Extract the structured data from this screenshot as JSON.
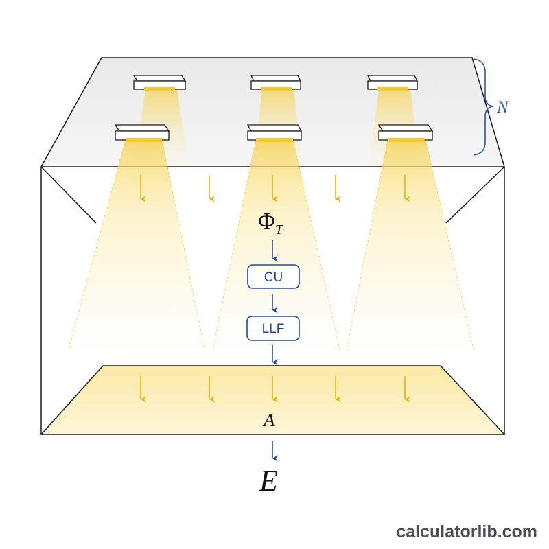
{
  "diagram": {
    "variables": {
      "n_label": "N",
      "flux_symbol": "Φ",
      "flux_subscript": "T",
      "area_label": "A",
      "illuminance_label": "E"
    },
    "process_boxes": [
      {
        "label": "CU"
      },
      {
        "label": "LLF"
      }
    ],
    "luminaire_rows": [
      {
        "row": "back",
        "count": 3
      },
      {
        "row": "front",
        "count": 3
      }
    ]
  },
  "branding": {
    "watermark": "calculatorlib.com"
  },
  "colors": {
    "ceiling": "#ededed",
    "outline": "#1a1a1a",
    "light_yellow": "#f5d255",
    "arrow_yellow": "#f0b400",
    "floor": "#fdf1c2",
    "flow_blue": "#1f4aa8",
    "brace_blue": "#2b55b8"
  }
}
